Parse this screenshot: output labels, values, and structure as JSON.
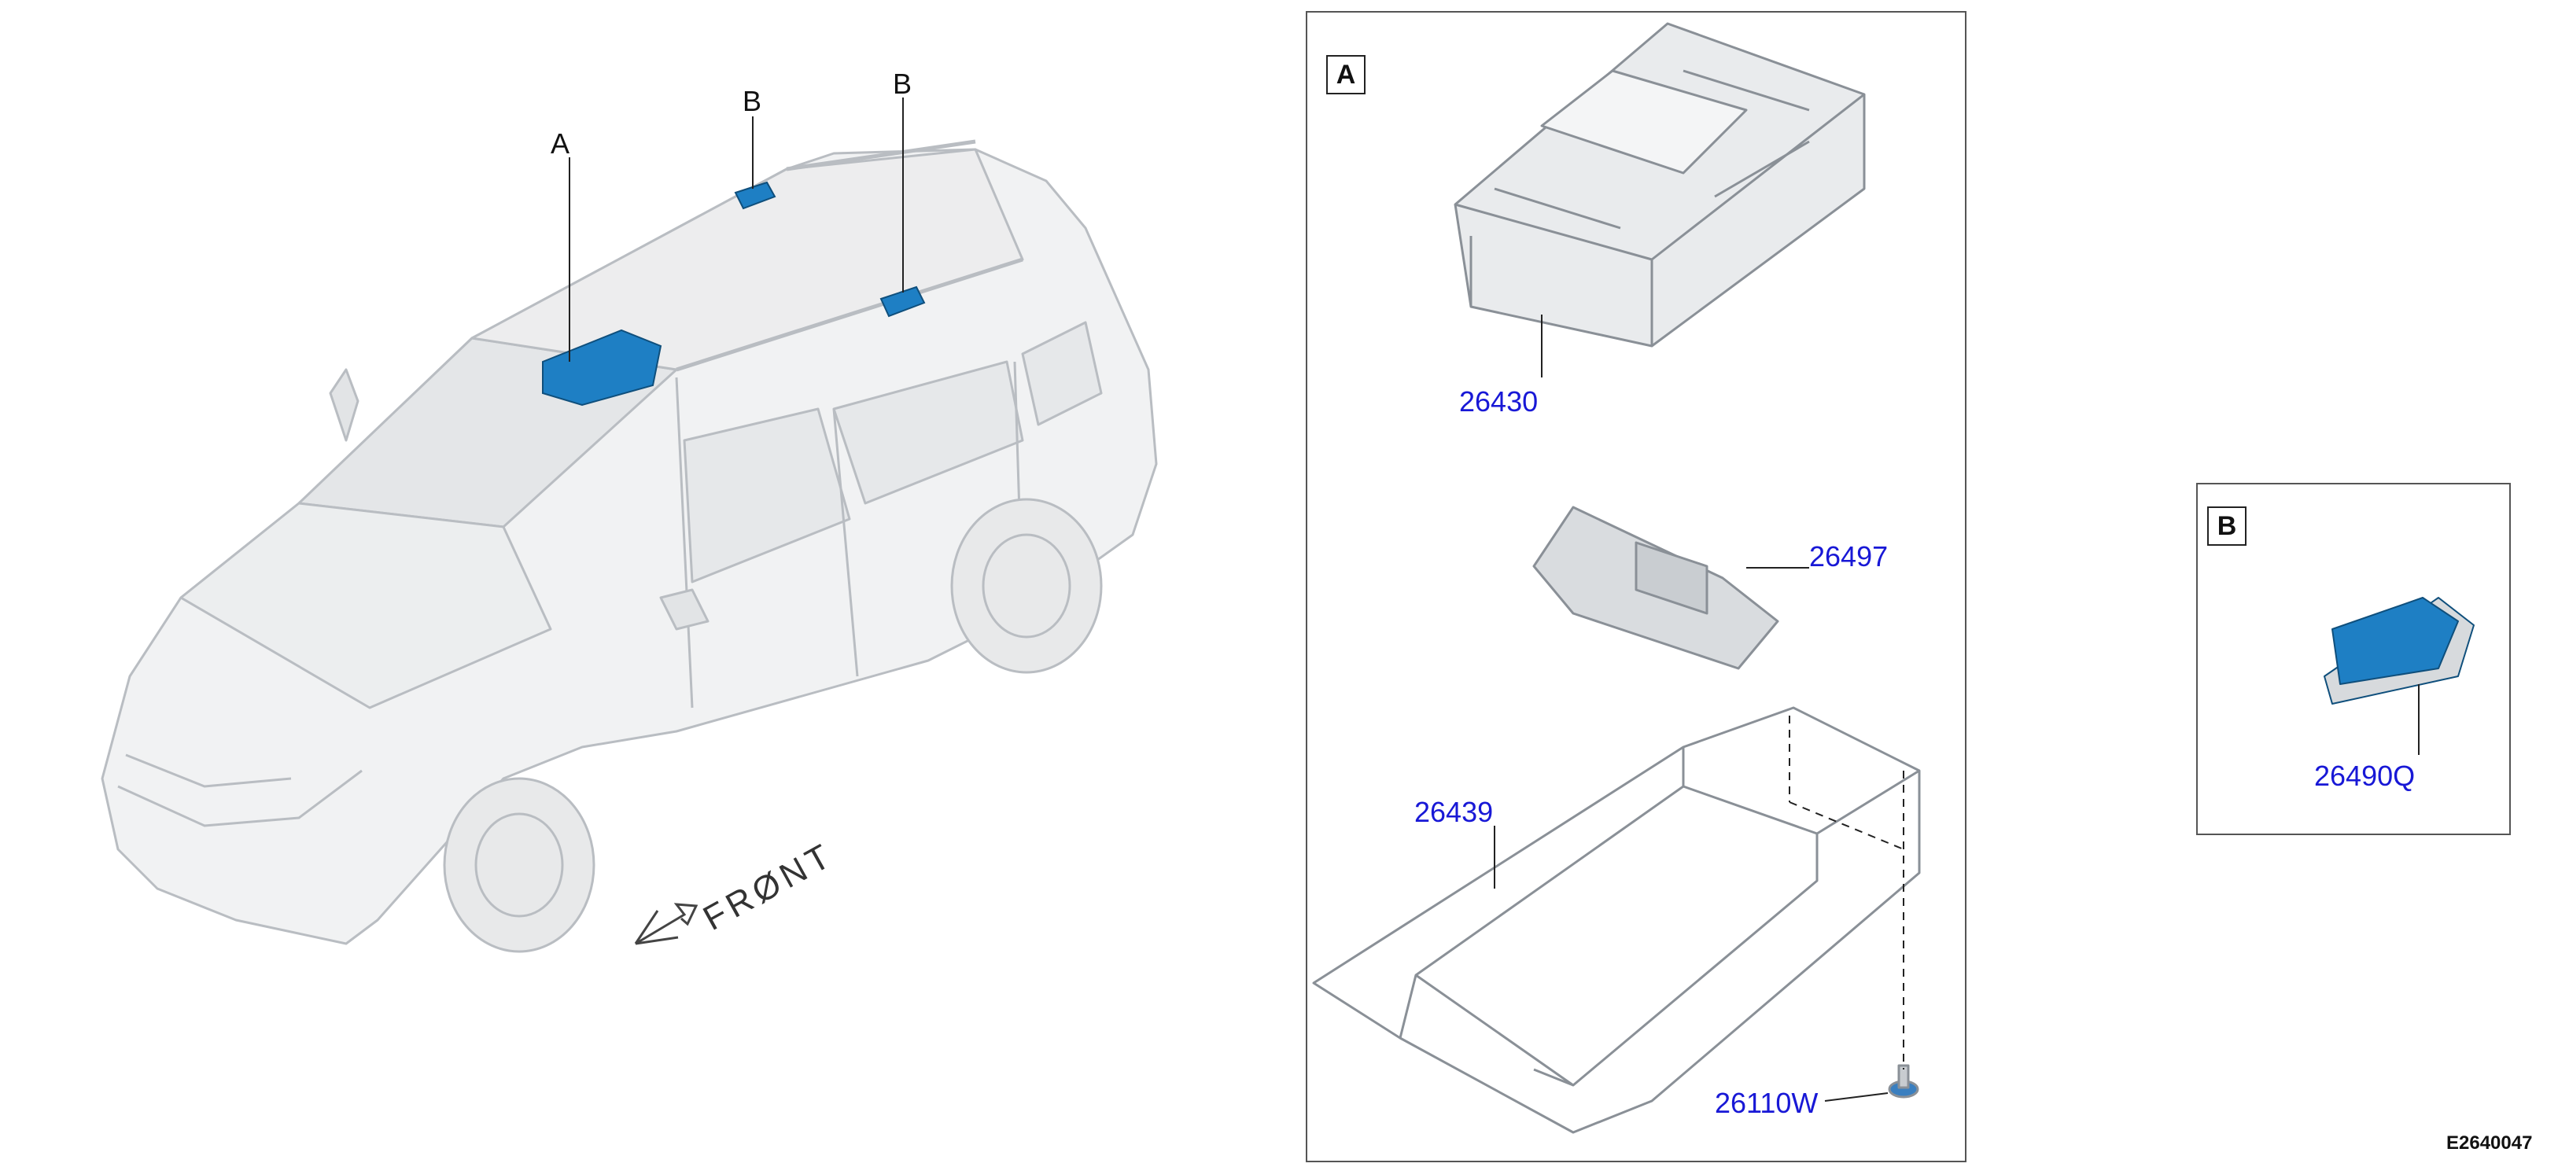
{
  "figure_id": "E2640047",
  "overview": {
    "callouts": [
      "A",
      "B",
      "B"
    ],
    "direction_label": "FRØNT"
  },
  "panel_a": {
    "label": "A",
    "parts": [
      "26430",
      "26497",
      "26439",
      "26110W"
    ]
  },
  "panel_b": {
    "label": "B",
    "parts": [
      "26490Q"
    ]
  },
  "colors": {
    "highlight": "#1e7fc4",
    "callout_text": "#1818d6",
    "outline": "#9aa0a6"
  }
}
